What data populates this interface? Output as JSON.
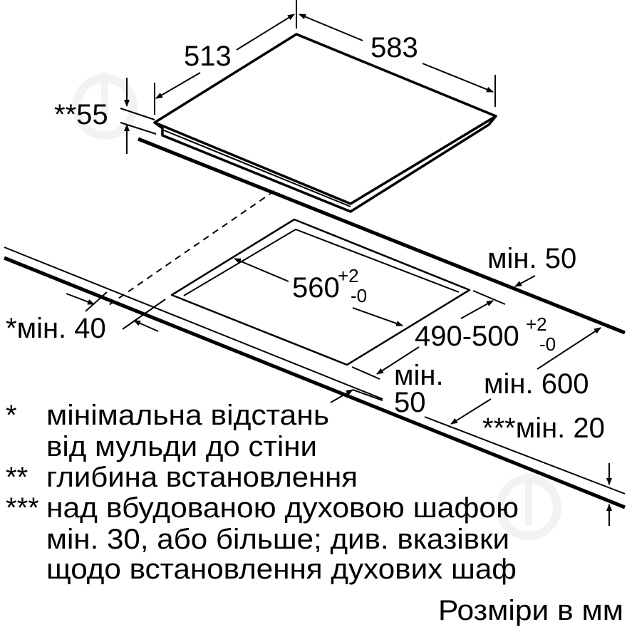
{
  "diagram": {
    "hob": {
      "depth_label": "513",
      "width_label": "583",
      "install_depth_label": "**55"
    },
    "cutout": {
      "width_main": "560",
      "width_tol_plus": "+2",
      "width_tol_minus": "-0",
      "depth_main": "490-500",
      "depth_tol_plus": "+2",
      "depth_tol_minus": "-0"
    },
    "clearances": {
      "back_min": "мін. 50",
      "wall_min": "*мін. 40",
      "front_min_line1": "мін.",
      "front_min_line2": "50",
      "worktop_min": "мін. 600",
      "thickness_min": "***мін. 20"
    },
    "notes": [
      {
        "mark": "*",
        "lines": [
          "мінімальна відстань",
          "від мульди до стіни"
        ]
      },
      {
        "mark": "**",
        "lines": [
          "глибина встановлення"
        ]
      },
      {
        "mark": "***",
        "lines": [
          "над вбудованою духовою шафою",
          "мін. 30, або більше; див. вказівки",
          "щодо встановлення духових шаф"
        ]
      }
    ],
    "units_note": "Розміри в мм",
    "watermark_color": "#e6e6e6"
  }
}
